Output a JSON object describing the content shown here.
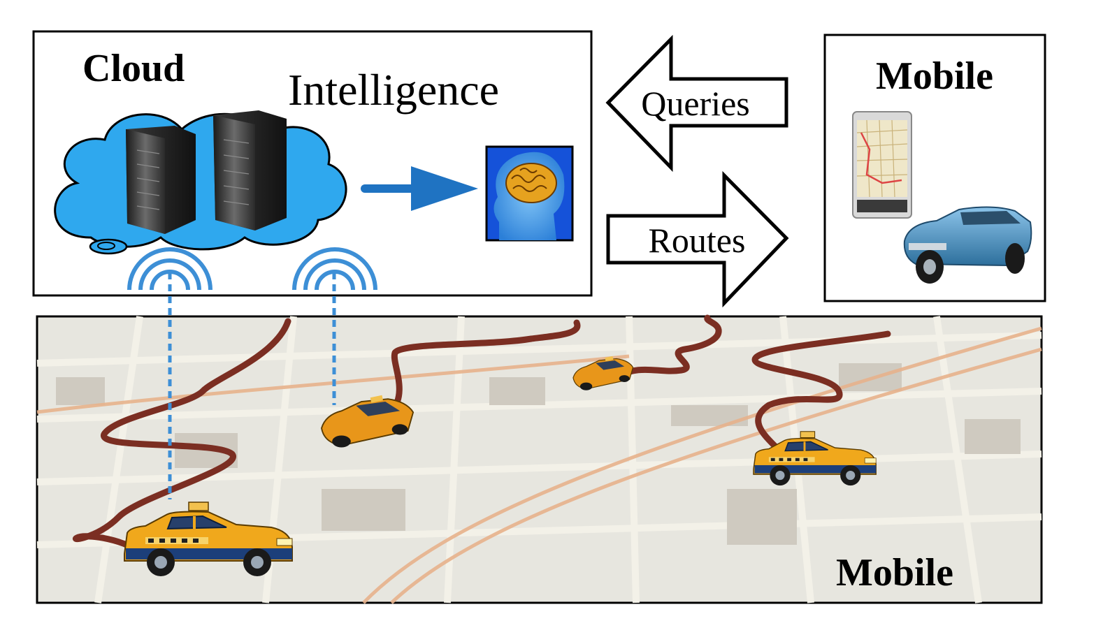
{
  "cloud_panel": {
    "title": "Cloud",
    "subtitle": "Intelligence",
    "icons": [
      "cloud-icon",
      "server-icon",
      "server-icon",
      "arrow-right-icon",
      "brain-icon",
      "wifi-signal-icon",
      "wifi-signal-icon"
    ]
  },
  "arrows": {
    "queries": "Queries",
    "routes": "Routes"
  },
  "mobile_panel": {
    "title": "Mobile",
    "icons": [
      "smartphone-map-icon",
      "car-icon"
    ]
  },
  "map_panel": {
    "label": "Mobile",
    "icons": [
      "taxi-icon",
      "taxi-icon",
      "taxi-icon",
      "taxi-icon",
      "route-path-icon"
    ]
  },
  "colors": {
    "cloud_blue": "#2fa8ee",
    "signal_blue": "#3d8fd6",
    "arrow_blue": "#1f73c2",
    "route_brown": "#7b2e22",
    "taxi_yellow": "#f0a81c",
    "map_bg": "#e7e6df",
    "brain_panel": "#1552d9"
  }
}
